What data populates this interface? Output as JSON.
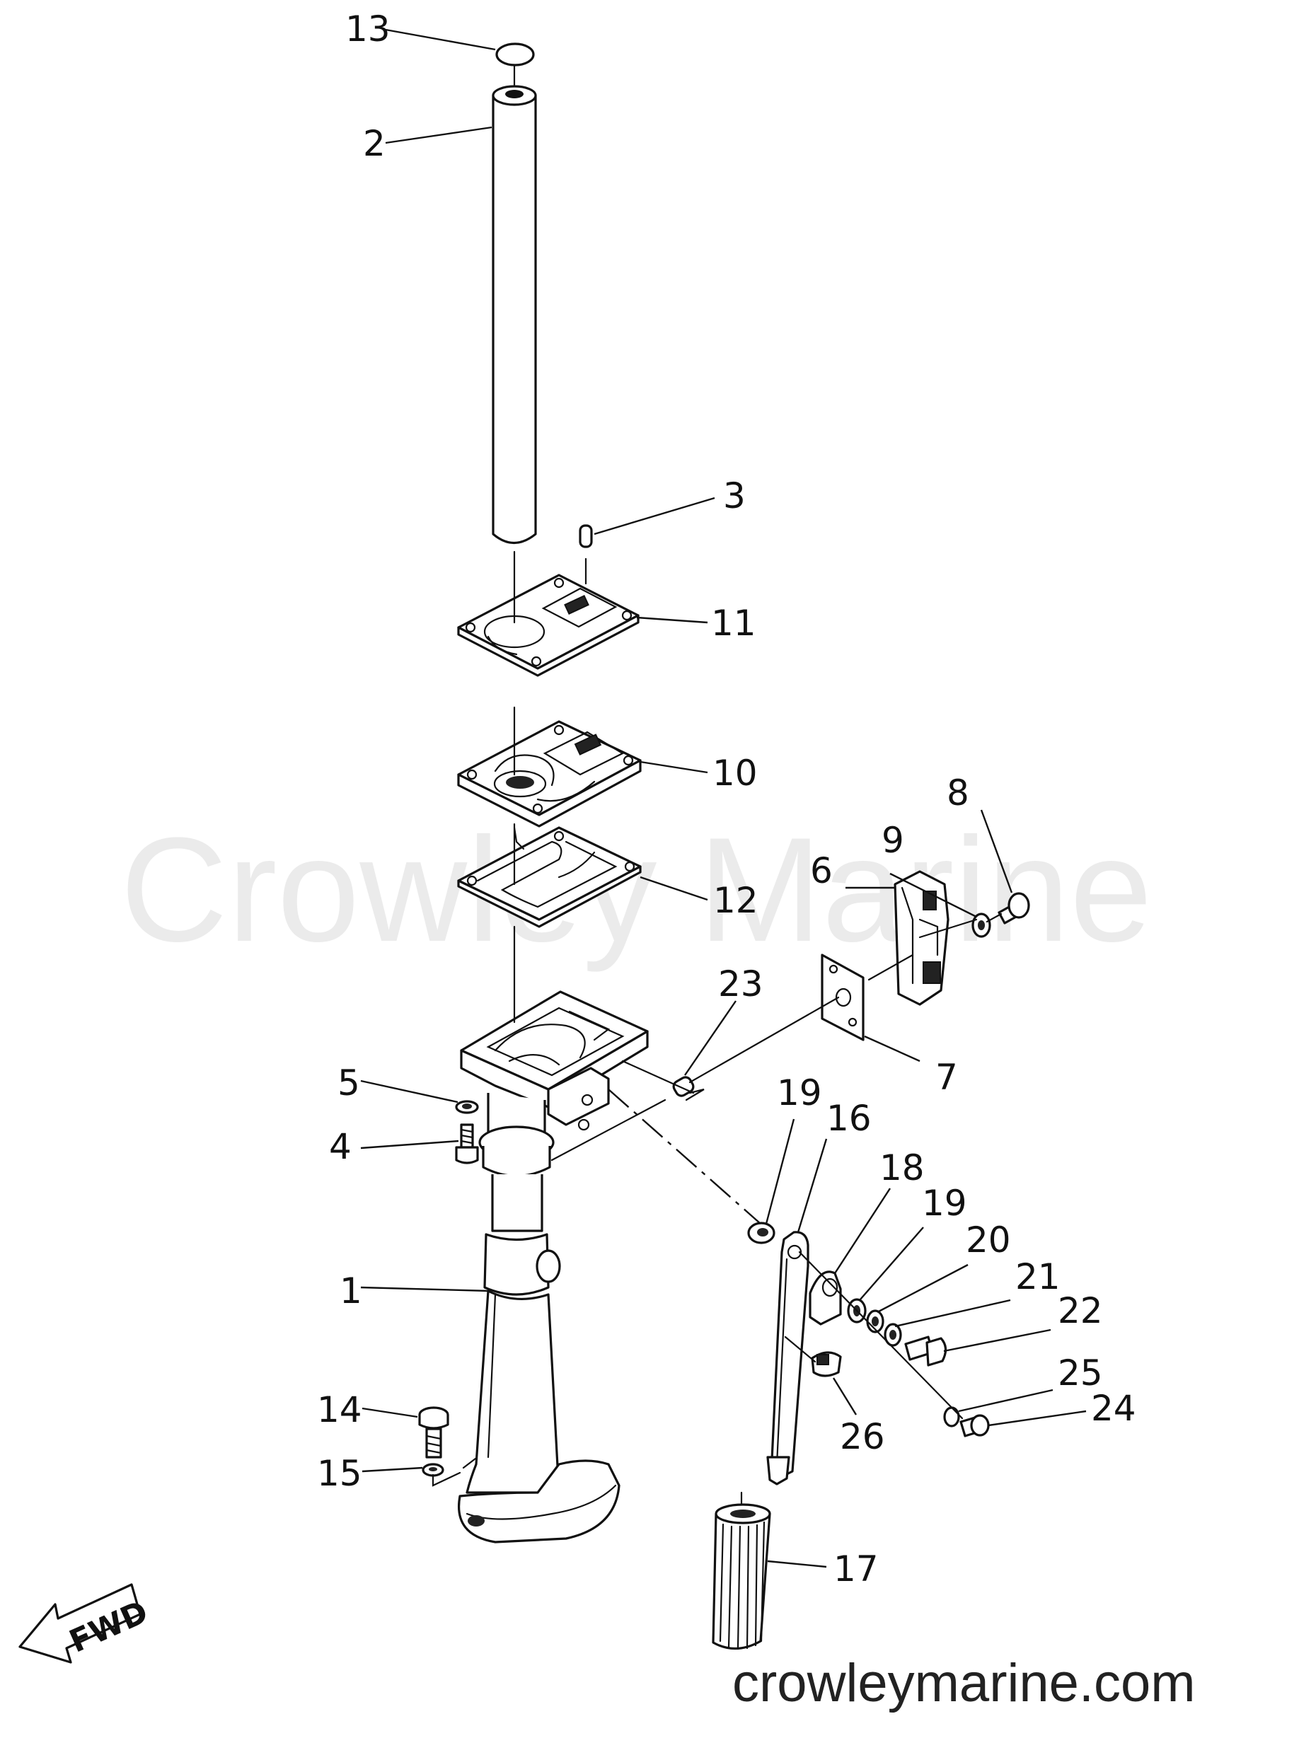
{
  "watermark": "Crowley Marine",
  "website": "crowleymarine.com",
  "direction_arrow": {
    "label": "FWD"
  },
  "callouts": [
    {
      "id": "13",
      "label": "13"
    },
    {
      "id": "2",
      "label": "2"
    },
    {
      "id": "3",
      "label": "3"
    },
    {
      "id": "11",
      "label": "11"
    },
    {
      "id": "10",
      "label": "10"
    },
    {
      "id": "8",
      "label": "8"
    },
    {
      "id": "9",
      "label": "9"
    },
    {
      "id": "6",
      "label": "6"
    },
    {
      "id": "12",
      "label": "12"
    },
    {
      "id": "23",
      "label": "23"
    },
    {
      "id": "7",
      "label": "7"
    },
    {
      "id": "5",
      "label": "5"
    },
    {
      "id": "4",
      "label": "4"
    },
    {
      "id": "19a",
      "label": "19"
    },
    {
      "id": "16",
      "label": "16"
    },
    {
      "id": "18",
      "label": "18"
    },
    {
      "id": "19b",
      "label": "19"
    },
    {
      "id": "20",
      "label": "20"
    },
    {
      "id": "21",
      "label": "21"
    },
    {
      "id": "22",
      "label": "22"
    },
    {
      "id": "1",
      "label": "1"
    },
    {
      "id": "25",
      "label": "25"
    },
    {
      "id": "24",
      "label": "24"
    },
    {
      "id": "14",
      "label": "14"
    },
    {
      "id": "26",
      "label": "26"
    },
    {
      "id": "15",
      "label": "15"
    },
    {
      "id": "17",
      "label": "17"
    }
  ]
}
